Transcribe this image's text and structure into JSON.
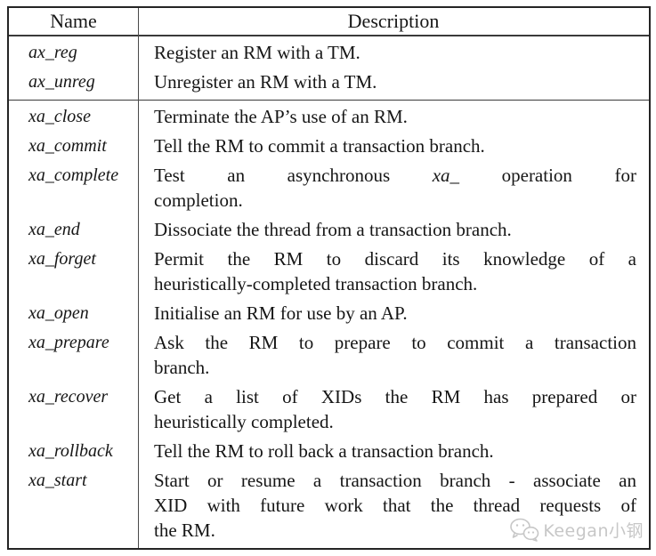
{
  "header": {
    "name": "Name",
    "description": "Description"
  },
  "sections": [
    {
      "rows": [
        {
          "name": "ax_reg",
          "desc_lines": [
            [
              {
                "t": "Register an RM with a TM."
              }
            ]
          ]
        },
        {
          "name": "ax_unreg",
          "desc_lines": [
            [
              {
                "t": "Unregister an RM with a TM."
              }
            ]
          ]
        }
      ]
    },
    {
      "rows": [
        {
          "name": "xa_close",
          "desc_lines": [
            [
              {
                "t": "Terminate the AP’s use of an RM."
              }
            ]
          ]
        },
        {
          "name": "xa_commit",
          "desc_lines": [
            [
              {
                "t": "Tell the RM to commit a transaction branch."
              }
            ]
          ]
        },
        {
          "name": "xa_complete",
          "desc_lines": [
            [
              {
                "t": "Test an asynchronous "
              },
              {
                "t": "xa_",
                "i": true
              },
              {
                "t": " operation for"
              }
            ],
            [
              {
                "t": "completion."
              }
            ]
          ]
        },
        {
          "name": "xa_end",
          "desc_lines": [
            [
              {
                "t": "Dissociate the thread from a transaction branch."
              }
            ]
          ]
        },
        {
          "name": "xa_forget",
          "desc_lines": [
            [
              {
                "t": "Permit the RM to discard its knowledge of a"
              }
            ],
            [
              {
                "t": "heuristically-completed transaction branch."
              }
            ]
          ]
        },
        {
          "name": "xa_open",
          "desc_lines": [
            [
              {
                "t": "Initialise an RM for use by an AP."
              }
            ]
          ]
        },
        {
          "name": "xa_prepare",
          "desc_lines": [
            [
              {
                "t": "Ask the RM to prepare to commit a transaction"
              }
            ],
            [
              {
                "t": "branch."
              }
            ]
          ]
        },
        {
          "name": "xa_recover",
          "desc_lines": [
            [
              {
                "t": "Get a list of XIDs the RM has prepared or"
              }
            ],
            [
              {
                "t": "heuristically completed."
              }
            ]
          ]
        },
        {
          "name": "xa_rollback",
          "desc_lines": [
            [
              {
                "t": "Tell the RM to roll back a transaction branch."
              }
            ]
          ]
        },
        {
          "name": "xa_start",
          "desc_lines": [
            [
              {
                "t": "Start or resume a transaction branch - associate an"
              }
            ],
            [
              {
                "t": "XID with future work that the thread requests of"
              }
            ],
            [
              {
                "t": "the RM."
              }
            ]
          ]
        }
      ]
    }
  ],
  "watermark": {
    "label": "Keegan小钢",
    "icon": "wechat-icon",
    "color": "#c7c7c7"
  }
}
